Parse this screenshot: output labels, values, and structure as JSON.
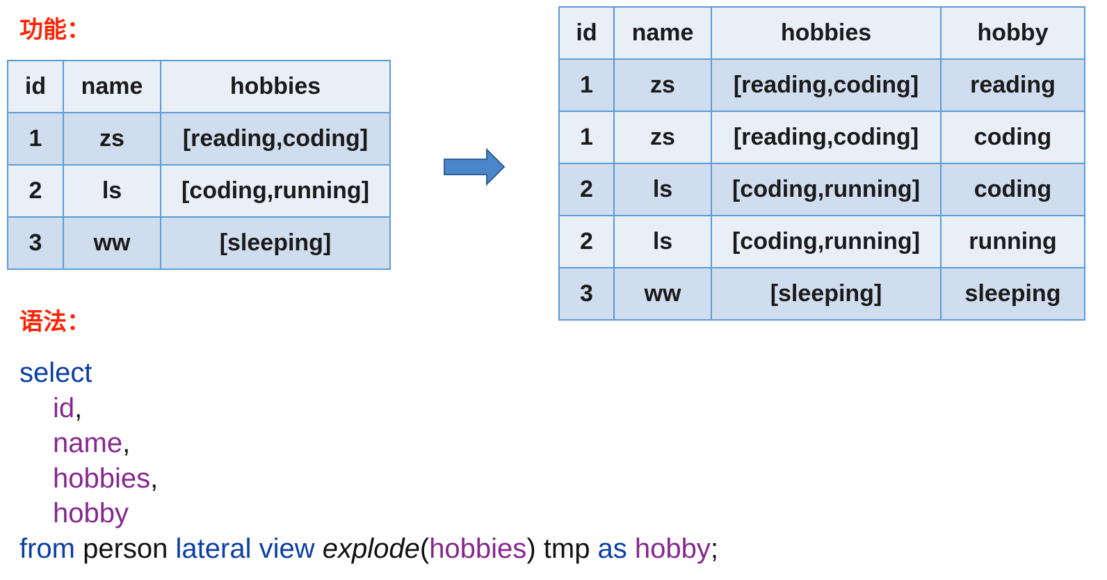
{
  "headings": {
    "function": "功能：",
    "syntax": "语法："
  },
  "source_table": {
    "columns": [
      "id",
      "name",
      "hobbies"
    ],
    "rows": [
      [
        "1",
        "zs",
        "[reading,coding]"
      ],
      [
        "2",
        "ls",
        "[coding,running]"
      ],
      [
        "3",
        "ww",
        "[sleeping]"
      ]
    ]
  },
  "result_table": {
    "columns": [
      "id",
      "name",
      "hobbies",
      "hobby"
    ],
    "rows": [
      [
        "1",
        "zs",
        "[reading,coding]",
        "reading"
      ],
      [
        "1",
        "zs",
        "[reading,coding]",
        "coding"
      ],
      [
        "2",
        "ls",
        "[coding,running]",
        "coding"
      ],
      [
        "2",
        "ls",
        "[coding,running]",
        "running"
      ],
      [
        "3",
        "ww",
        "[sleeping]",
        "sleeping"
      ]
    ]
  },
  "arrow": {
    "icon": "right-arrow-icon",
    "fill": "#4a86c8",
    "stroke": "#2f5f93"
  },
  "colors": {
    "heading": "#ff2200",
    "table_border": "#5b9bd5",
    "row_dark": "#d0ddee",
    "row_light": "#e9eff7",
    "keyword": "#0a3ea6",
    "column_ref": "#86288f"
  },
  "sql": {
    "select_kw": "select",
    "col_id": "id",
    "comma_1": ",",
    "col_name": "name",
    "comma_2": ",",
    "col_hobbies": "hobbies",
    "comma_3": ",",
    "col_hobby": "hobby",
    "from_kw": "from",
    "table_name": " person ",
    "lateral_view_kw": "lateral view",
    "space_1": " ",
    "explode_fn": "explode",
    "open_paren": "(",
    "explode_arg": "hobbies",
    "close_paren": ")",
    "alias_tmp": " tmp ",
    "as_kw": "as",
    "space_2": " ",
    "alias_hobby": "hobby",
    "semicolon": ";"
  }
}
